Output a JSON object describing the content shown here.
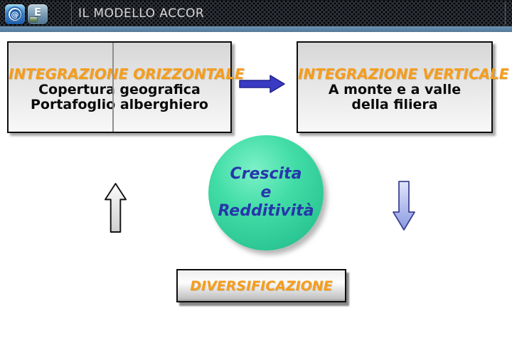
{
  "slide": {
    "title": "IL MODELLO ACCOR"
  },
  "header_icons": {
    "at_symbol": "@",
    "e_letter": "E"
  },
  "box_horizontal": {
    "title": "INTEGRAZIONE ORIZZONTALE",
    "line1": "Copertura geografica",
    "line2": "Portafoglio alberghiero"
  },
  "box_vertical": {
    "title": "INTEGRAZIONE VERTICALE",
    "line1": "A monte e a valle",
    "line2": "della filiera"
  },
  "ellipse": {
    "line1": "Crescita",
    "line2": "e",
    "line3": "Redditività"
  },
  "diversification": {
    "label": "DIVERSIFICAZIONE"
  },
  "colors": {
    "accent_orange": "#F59D1E",
    "ellipse_green": "#2FCE9B",
    "ellipse_text_blue": "#2736AB",
    "arrow_blue": "#3A3AC4",
    "header_strip_blue": "#5D85A4",
    "header_dark": "#31353C"
  }
}
